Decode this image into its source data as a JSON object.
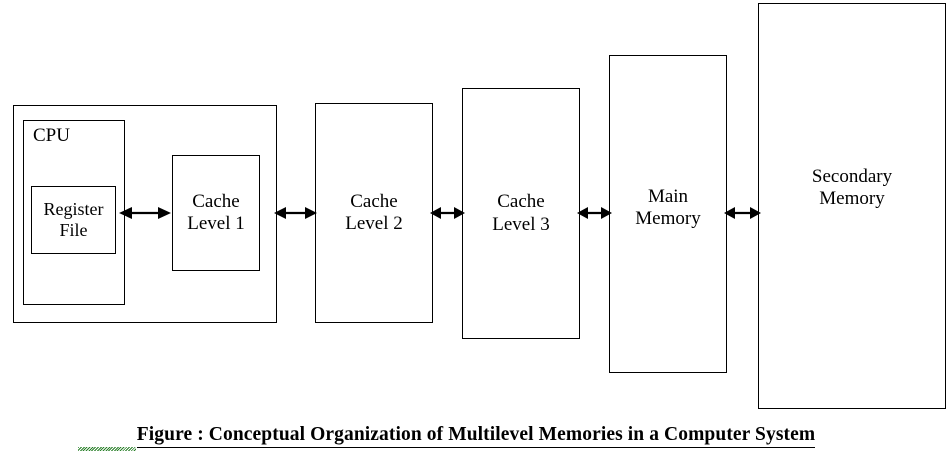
{
  "figure": {
    "caption": "Figure : Conceptual Organization of Multilevel Memories in a Computer System",
    "caption_spellcheck_word": "Figure",
    "background_color": "#ffffff",
    "line_color": "#000000",
    "spellcheck_underline_color": "#1f7a1f"
  },
  "blocks": {
    "cpu_wrapper": {
      "label": ""
    },
    "cpu": {
      "label": "CPU"
    },
    "register_file": {
      "label": "Register\nFile"
    },
    "cache_l1": {
      "label": "Cache\nLevel 1"
    },
    "cache_l2": {
      "label": "Cache\nLevel 2"
    },
    "cache_l3": {
      "label": "Cache\nLevel 3"
    },
    "main_memory": {
      "label": "Main\nMemory"
    },
    "secondary_memory": {
      "label": "Secondary\nMemory"
    }
  },
  "connections": [
    {
      "id": "reg-to-l1",
      "from": "Register File",
      "to": "Cache Level 1",
      "style": "double-headed-arrow"
    },
    {
      "id": "cpu-to-l2",
      "from": "CPU",
      "to": "Cache Level 2",
      "style": "double-headed-arrow"
    },
    {
      "id": "l2-to-l3",
      "from": "Cache Level 2",
      "to": "Cache Level 3",
      "style": "double-headed-arrow"
    },
    {
      "id": "l3-to-main",
      "from": "Cache Level 3",
      "to": "Main Memory",
      "style": "double-headed-arrow"
    },
    {
      "id": "main-to-secondary",
      "from": "Main Memory",
      "to": "Secondary Memory",
      "style": "double-headed-arrow"
    }
  ]
}
